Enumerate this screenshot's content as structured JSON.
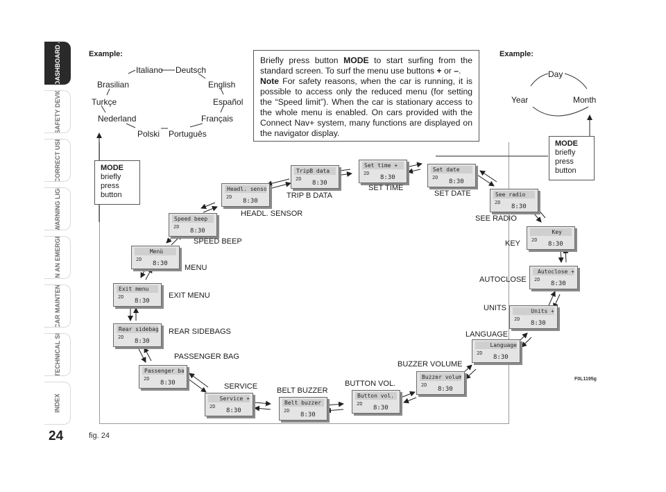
{
  "sidebar": {
    "tabs": [
      {
        "label": "DASHBOARD AND CONTROLS",
        "active": true
      },
      {
        "label": "SAFETY DEVICES",
        "active": false
      },
      {
        "label": "CORRECT USE OF THE CAR",
        "active": false
      },
      {
        "label": "WARNING LIGHTS AND MESSAGES",
        "active": false
      },
      {
        "label": "IN AN EMERGENCY",
        "active": false
      },
      {
        "label": "CAR MAINTENANCE",
        "active": false
      },
      {
        "label": "TECHNICAL SPECIFICATIONS",
        "active": false
      },
      {
        "label": "INDEX",
        "active": false
      }
    ]
  },
  "page_number": "24",
  "figure_label": "fig. 24",
  "figure_code": "F0L1195g",
  "example_left": {
    "title": "Example:",
    "languages": [
      "Italiano",
      "Deutsch",
      "English",
      "Español",
      "Français",
      "Português",
      "Polski",
      "Nederland",
      "Turkçe",
      "Brasilian"
    ]
  },
  "example_right": {
    "title": "Example:",
    "items": [
      "Day",
      "Month",
      "Year"
    ]
  },
  "info_box": {
    "p1_a": "Briefly press button ",
    "p1_b": "MODE",
    "p1_c": " to start surfing from the standard screen. To surf the menu use buttons ",
    "p1_d": "+",
    "p1_e": " or ",
    "p1_f": "–",
    "p1_g": ".",
    "note_label": "Note",
    "note_text": " For safety reasons, when the car is running, it is possible to access only the reduced menu (for setting the “Speed limit”). When the car is stationary access to the whole menu is enabled. On cars provided with the Connect Nav+ system, many functions are displayed on the navigator display."
  },
  "mode_left": {
    "title": "MODE",
    "l1": "briefly",
    "l2": "press",
    "l3": "button"
  },
  "mode_right": {
    "title": "MODE",
    "l1": "briefly",
    "l2": "press",
    "l3": "button"
  },
  "screens": [
    {
      "title": "TripB data",
      "time": "8:30",
      "label": "TRIP B DATA"
    },
    {
      "title": "Set time   +",
      "time": "8:30",
      "label": "SET TIME"
    },
    {
      "title": "Set date",
      "time": "8:30",
      "label": "SET DATE"
    },
    {
      "title": "See radio",
      "time": "8:30",
      "label": "SEE RADIO"
    },
    {
      "title": "Key",
      "time": "8:30",
      "label": "KEY"
    },
    {
      "title": "Autoclose +",
      "time": "8:30",
      "label": "AUTOCLOSE"
    },
    {
      "title": "Units    +",
      "time": "8:30",
      "label": "UNITS"
    },
    {
      "title": "Language",
      "time": "8:30",
      "label": "LANGUAGE"
    },
    {
      "title": "Buzzer volume",
      "time": "8:30",
      "label": "BUZZER VOLUME"
    },
    {
      "title": "Button vol.",
      "time": "8:30",
      "label": "BUTTON VOL."
    },
    {
      "title": "Belt buzzer",
      "time": "8:30",
      "label": "BELT BUZZER"
    },
    {
      "title": "Service  +",
      "time": "8:30",
      "label": "SERVICE"
    },
    {
      "title": "Passenger bag",
      "time": "8:30",
      "label": "PASSENGER BAG"
    },
    {
      "title": "Rear sidebag",
      "time": "8:30",
      "label": "REAR SIDEBAGS"
    },
    {
      "title": "Exit menu",
      "time": "8:30",
      "label": "EXIT MENU"
    },
    {
      "title": "Menù",
      "time": "8:30",
      "label": "MENU"
    },
    {
      "title": "Speed beep",
      "time": "8:30",
      "label": "SPEED BEEP"
    },
    {
      "title": "Headl. sensor",
      "time": "8:30",
      "label": "HEADL. SENSOR"
    }
  ],
  "screen_indicator": "2D"
}
